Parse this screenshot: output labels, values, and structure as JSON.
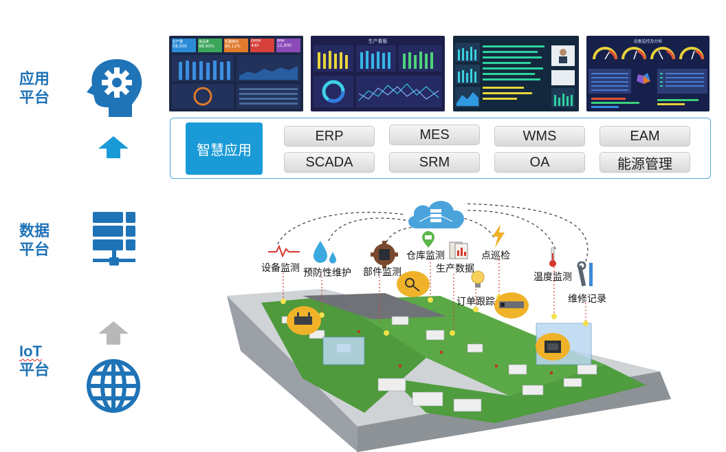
{
  "tiers": {
    "application": {
      "line1": "应用",
      "line2": "平台"
    },
    "data": {
      "line1": "数据",
      "line2": "平台"
    },
    "iot": {
      "line1": "IoT",
      "line2": "平台"
    }
  },
  "icons": {
    "application": "head-gear-icon",
    "data": "server-rack-icon",
    "iot": "globe-icon",
    "arrow_up_blue": "arrow-up-icon",
    "arrow_up_gray": "arrow-up-icon",
    "cloud": "cloud-server-icon"
  },
  "colors": {
    "accent": "#1a9bd7",
    "tier_text": "#1f73b7",
    "badge": "#f0b229"
  },
  "dashboards": {
    "kpis": [
      {
        "label": "生产量",
        "value": "58,000"
      },
      {
        "label": "良品率",
        "value": "98.90%"
      },
      {
        "label": "机器稼动",
        "value": "89.12%"
      },
      {
        "label": "DPPM",
        "value": "440"
      },
      {
        "label": "PPM",
        "value": "11,000"
      }
    ],
    "screen2_title": "生产看板",
    "screen4_title": "设备监控及分析"
  },
  "applications": {
    "highlight": "智慧应用",
    "systems": [
      "ERP",
      "MES",
      "WMS",
      "EAM",
      "SCADA",
      "SRM",
      "OA",
      "能源管理"
    ]
  },
  "iot_labels": {
    "equipment_monitoring": "设备监测",
    "predictive_maintenance": "预防性维护",
    "parts_monitoring": "部件监测",
    "warehouse_monitoring": "仓库监测",
    "production_data": "生产数据",
    "spot_inspection": "点巡检",
    "order_tracking": "订单跟踪",
    "temperature_monitoring": "温度监测",
    "maintenance_records": "维修记录"
  }
}
